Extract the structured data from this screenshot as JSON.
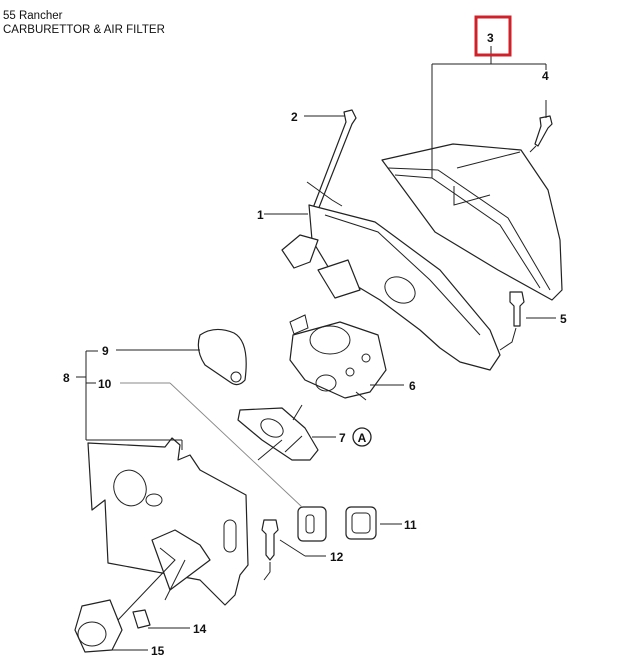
{
  "header": {
    "model": "55 Rancher",
    "section": "CARBURETTOR & AIR FILTER"
  },
  "highlight_color": "#d0202a",
  "callouts": [
    {
      "id": "1",
      "label": "1"
    },
    {
      "id": "2",
      "label": "2"
    },
    {
      "id": "3",
      "label": "3",
      "highlighted": true
    },
    {
      "id": "4",
      "label": "4"
    },
    {
      "id": "5",
      "label": "5"
    },
    {
      "id": "6",
      "label": "6"
    },
    {
      "id": "7",
      "label": "7"
    },
    {
      "id": "8",
      "label": "8"
    },
    {
      "id": "9",
      "label": "9"
    },
    {
      "id": "10",
      "label": "10"
    },
    {
      "id": "11",
      "label": "11"
    },
    {
      "id": "12",
      "label": "12"
    },
    {
      "id": "14",
      "label": "14"
    },
    {
      "id": "15",
      "label": "15"
    }
  ],
  "note_marker": "A"
}
